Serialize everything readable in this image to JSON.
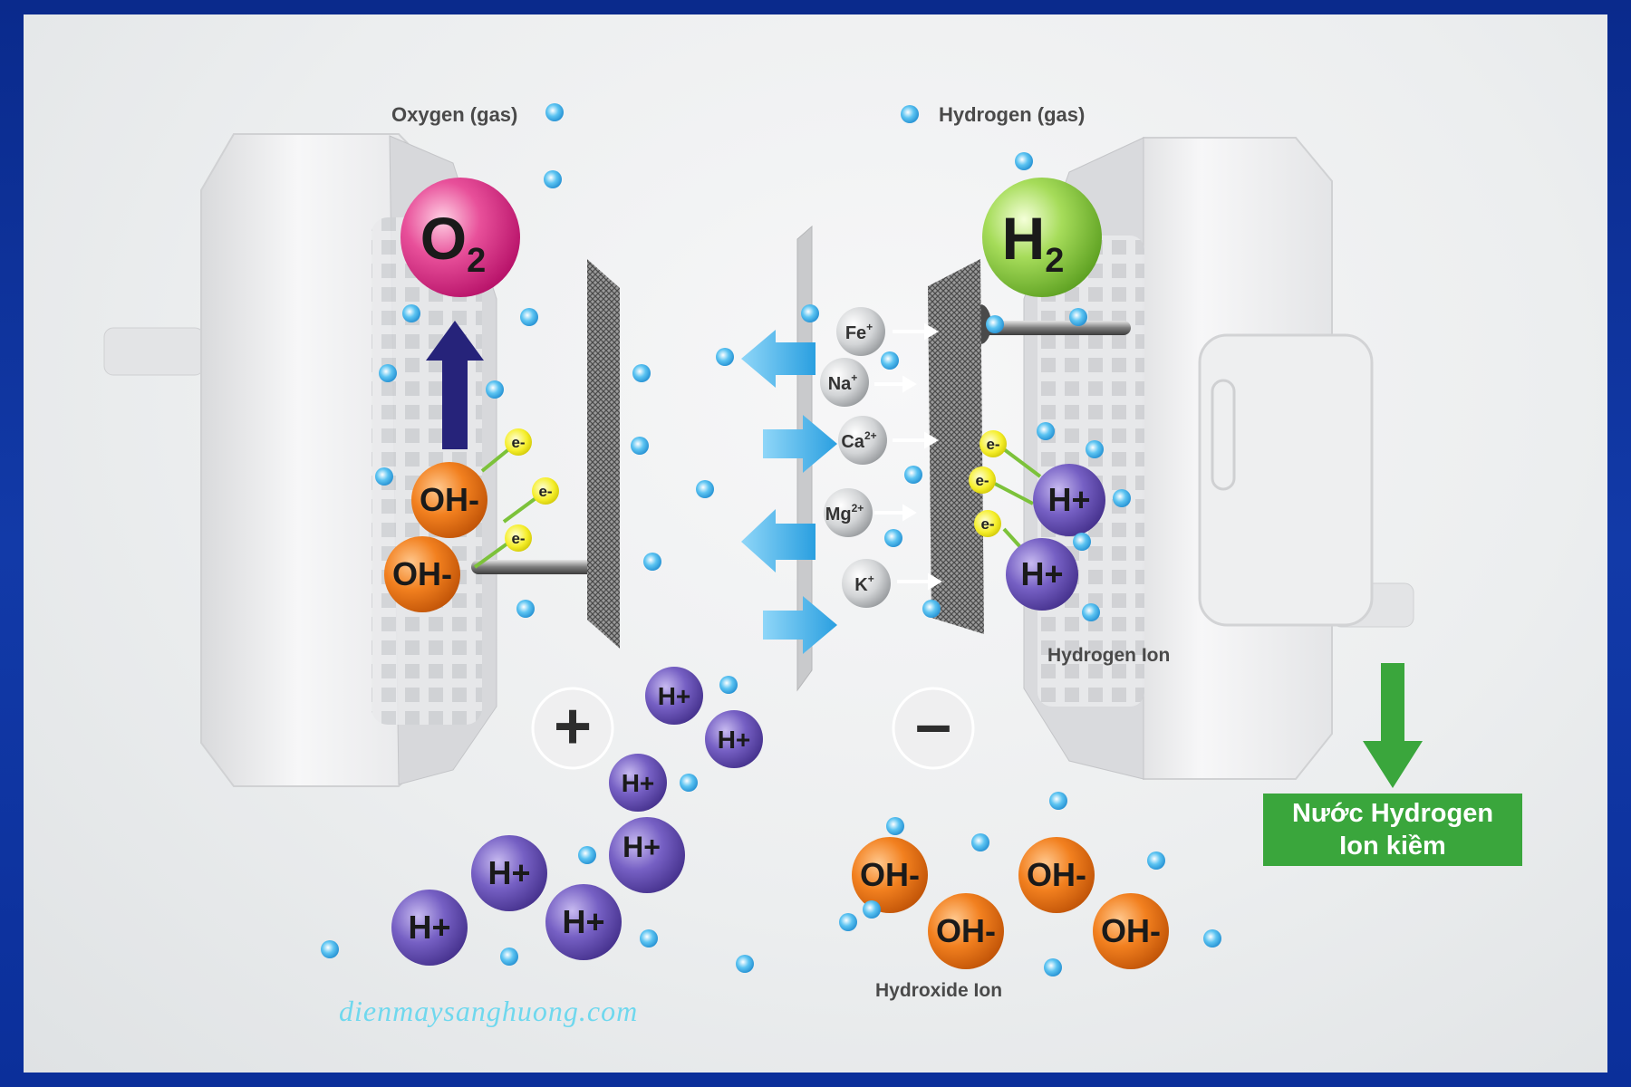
{
  "labels": {
    "oxygen_gas": "Oxygen (gas)",
    "hydrogen_gas": "Hydrogen (gas)",
    "hydrogen_ion": "Hydrogen Ion",
    "hydroxide_ion": "Hydroxide Ion"
  },
  "molecules": {
    "o2": {
      "base": "O",
      "sub": "2"
    },
    "h2": {
      "base": "H",
      "sub": "2"
    }
  },
  "electrode_signs": {
    "positive": "+",
    "negative": "–"
  },
  "ion_text": {
    "oh": "OH-",
    "hplus": "H+",
    "electron": "e-"
  },
  "minerals": [
    {
      "base": "Fe",
      "sup": "+"
    },
    {
      "base": "Na",
      "sup": "+"
    },
    {
      "base": "Ca",
      "sup": "2+"
    },
    {
      "base": "Mg",
      "sup": "2+"
    },
    {
      "base": "K",
      "sup": "+"
    }
  ],
  "output_box": {
    "line1": "Nước Hydrogen",
    "line2": "Ion kiềm"
  },
  "watermark": "dienmaysanghuong.com",
  "colors": {
    "oxygen": "#e23c8c",
    "hydrogen": "#8fd14a",
    "hydroxide": "#f07a1e",
    "hplus": "#6a55b8",
    "electron": "#f4ee2a",
    "bubble": "#38a8e0",
    "output_green": "#3aa63c",
    "up_arrow": "#26237a"
  }
}
